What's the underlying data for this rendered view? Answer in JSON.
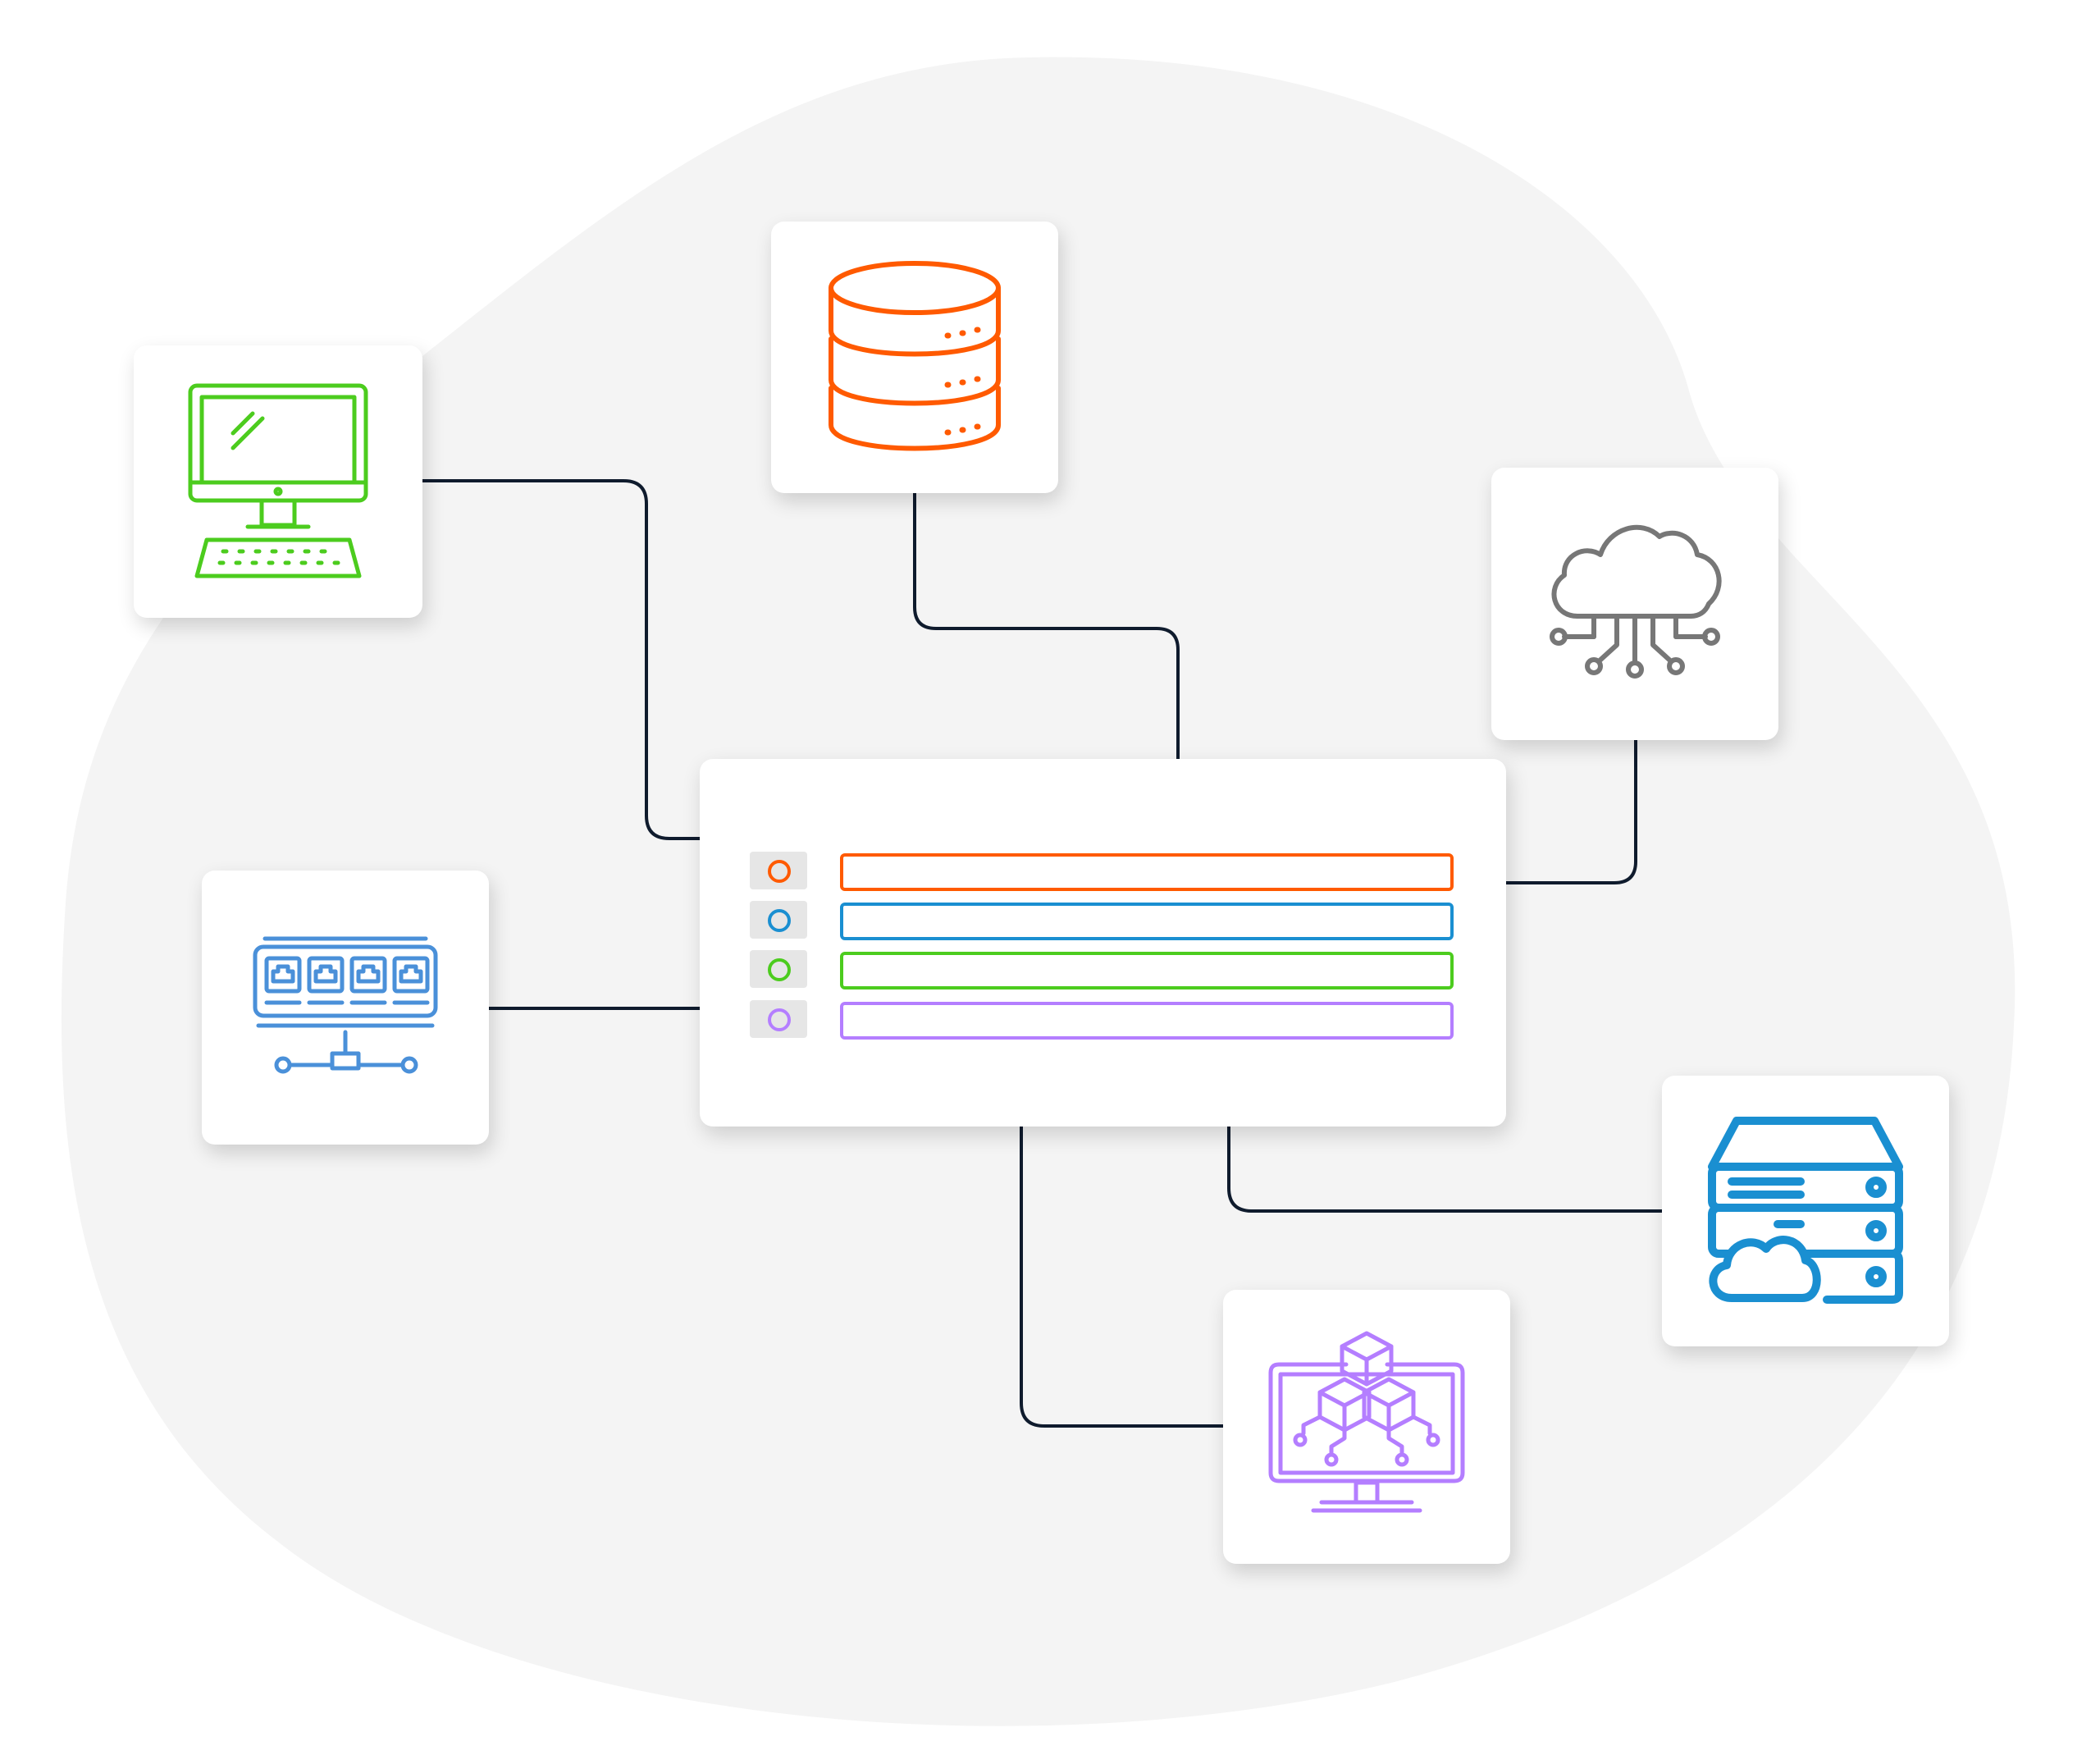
{
  "colors": {
    "background_blob": "#f4f4f4",
    "connector": "#0f1b2d",
    "card": "#ffffff",
    "computer": "#4ccc1e",
    "database": "#ff5a00",
    "cloud": "#777777",
    "switch": "#4a90d9",
    "cloud_server": "#1a8fd1",
    "blockchain": "#b47eff",
    "row_box": "#e6e6e6"
  },
  "nodes": [
    {
      "id": "desktop-computer",
      "icon": "desktop-computer-icon",
      "color": "#4ccc1e"
    },
    {
      "id": "database",
      "icon": "database-icon",
      "color": "#ff5a00"
    },
    {
      "id": "cloud-network",
      "icon": "cloud-network-icon",
      "color": "#777777"
    },
    {
      "id": "network-switch",
      "icon": "network-switch-icon",
      "color": "#4a90d9"
    },
    {
      "id": "cloud-server",
      "icon": "cloud-server-icon",
      "color": "#1a8fd1"
    },
    {
      "id": "blockchain-monitor",
      "icon": "blockchain-monitor-icon",
      "color": "#b47eff"
    }
  ],
  "hub": {
    "icon": "data-list-panel",
    "rows": [
      {
        "color": "#ff5a00"
      },
      {
        "color": "#1a8fd1"
      },
      {
        "color": "#4ccc1e"
      },
      {
        "color": "#b47eff"
      }
    ]
  }
}
